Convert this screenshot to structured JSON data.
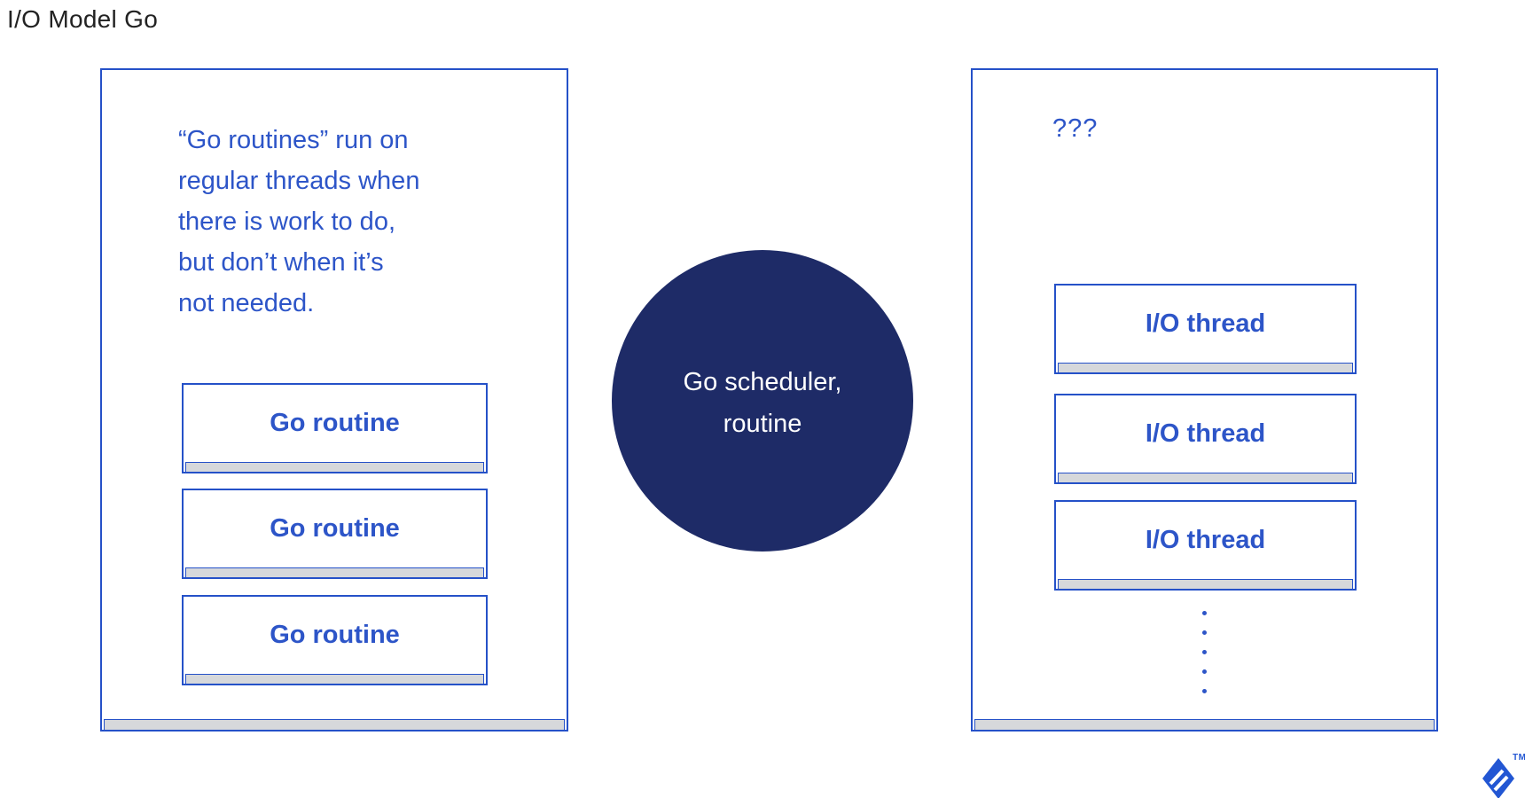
{
  "title": "I/O Model Go",
  "colors": {
    "accent_border": "#2551c8",
    "text_blue": "#2d55c8",
    "navy_circle": "#1e2b67",
    "strip_gray": "#d6d8db",
    "title_color": "#222222",
    "logo_blue": "#2256d3",
    "page_bg": "#ffffff"
  },
  "left_panel": {
    "description_lines": [
      "“Go routines” run on",
      "regular threads when",
      "there is work to do,",
      "but don’t when it’s",
      "not needed."
    ],
    "boxes": [
      "Go routine",
      "Go routine",
      "Go routine"
    ]
  },
  "scheduler_circle": {
    "lines": [
      "Go scheduler,",
      "routine"
    ]
  },
  "right_panel": {
    "question": "???",
    "boxes": [
      "I/O thread",
      "I/O thread",
      "I/O thread"
    ],
    "dots_count": 5
  },
  "logo": {
    "trademark": "TM"
  }
}
